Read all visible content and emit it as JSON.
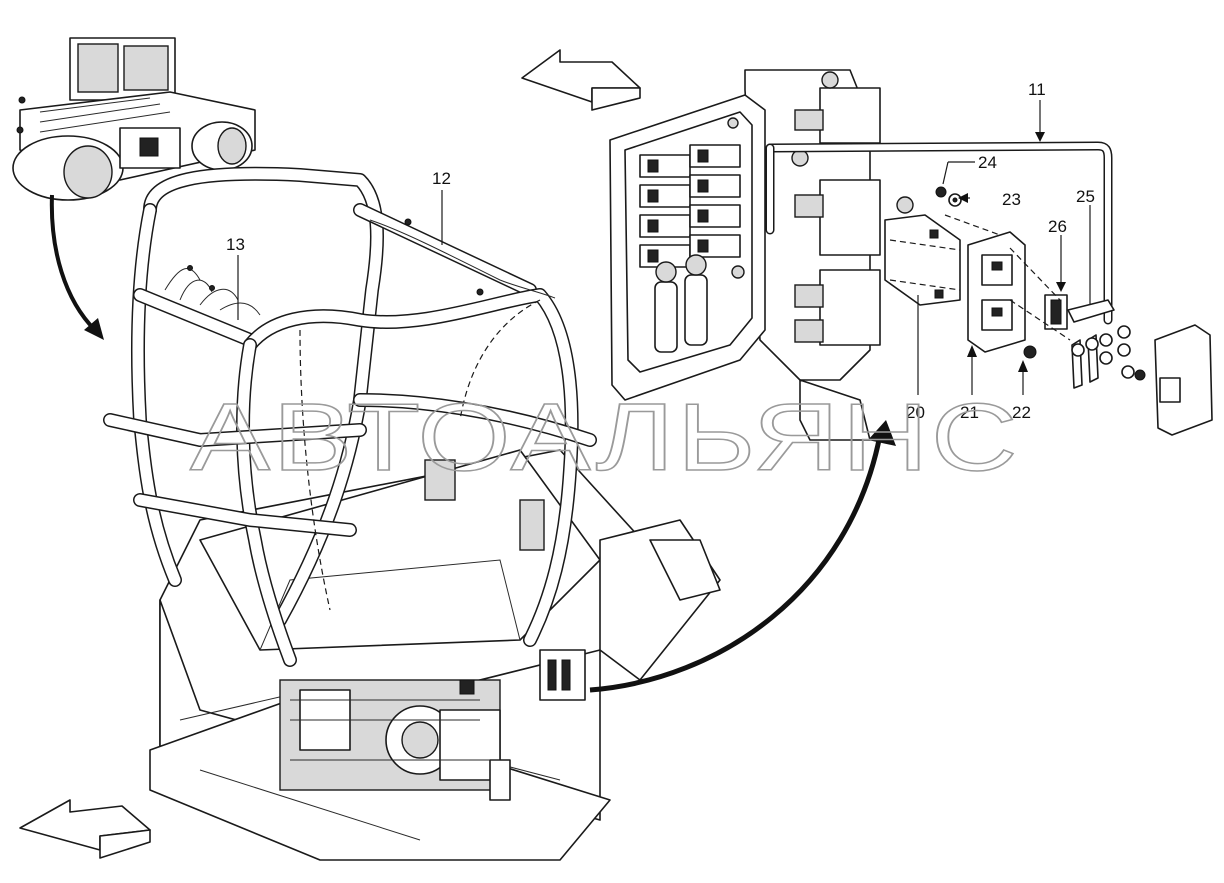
{
  "callouts": {
    "c11": "11",
    "c12": "12",
    "c13": "13",
    "c20": "20",
    "c21": "21",
    "c22": "22",
    "c23": "23",
    "c24": "24",
    "c25": "25",
    "c26": "26"
  },
  "watermark": "АВТОАЛЬЯНС",
  "icons": {
    "machine": "roller-compactor-icon",
    "direction_arrows": "direction-arrow-icon"
  },
  "colors": {
    "line": "#1a1a1a",
    "background": "#ffffff",
    "watermark": "#9a9a9a"
  }
}
